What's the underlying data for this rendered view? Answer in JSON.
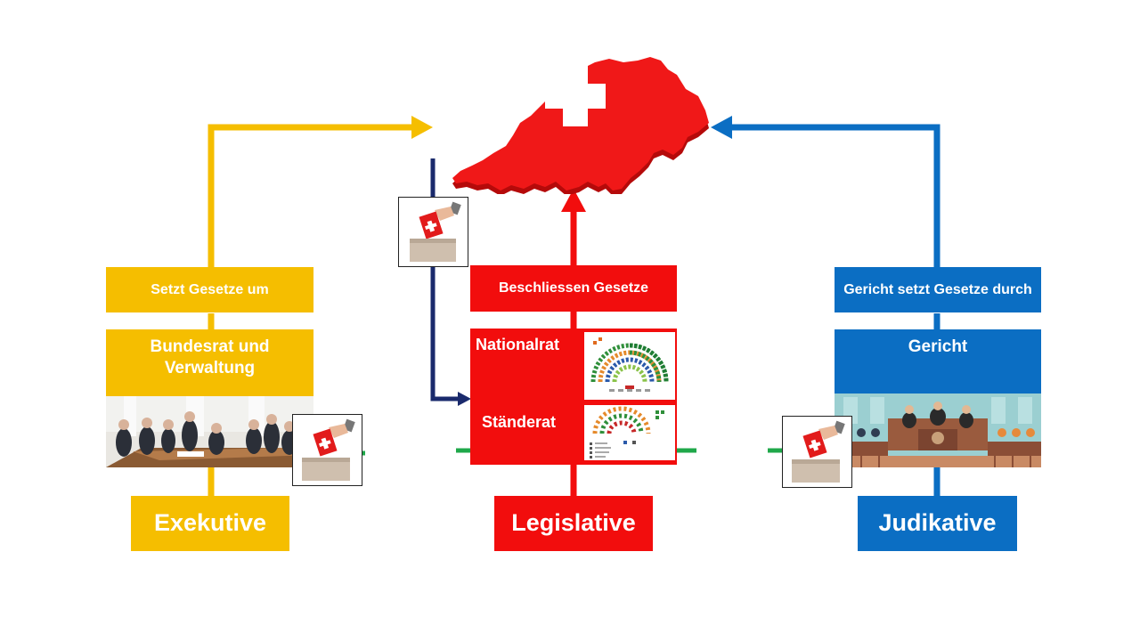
{
  "colors": {
    "exekutive": "#F5BE00",
    "legislative": "#F20D0D",
    "judikative": "#0B6EC3",
    "connector_dark": "#1A2A6C",
    "connector_green": "#1FA84A"
  },
  "icons": [
    "swiss-map-icon",
    "ballot-box-icon",
    "parliament-seating-icon",
    "meeting-photo-icon",
    "courtroom-illustration-icon"
  ],
  "exekutive": {
    "function_label": "Setzt Gesetze um",
    "body_label": "Bundesrat und Verwaltung",
    "branch_label": "Exekutive"
  },
  "legislative": {
    "function_label": "Beschliessen Gesetze",
    "chamber_1": "Nationalrat",
    "chamber_2": "Ständerat",
    "branch_label": "Legislative"
  },
  "judikative": {
    "function_label": "Gericht setzt Gesetze durch",
    "body_label": "Gericht",
    "branch_label": "Judikative"
  }
}
